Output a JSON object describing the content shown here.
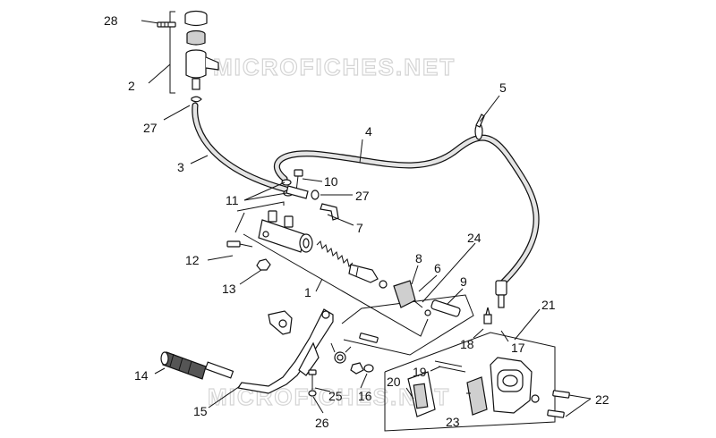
{
  "watermark": "MICROFICHES.NET",
  "callouts": [
    {
      "id": "c-28",
      "text": "28"
    },
    {
      "id": "c-2",
      "text": "2"
    },
    {
      "id": "c-27a",
      "text": "27"
    },
    {
      "id": "c-3",
      "text": "3"
    },
    {
      "id": "c-4",
      "text": "4"
    },
    {
      "id": "c-5",
      "text": "5"
    },
    {
      "id": "c-10",
      "text": "10"
    },
    {
      "id": "c-27b",
      "text": "27"
    },
    {
      "id": "c-11",
      "text": "11"
    },
    {
      "id": "c-7",
      "text": "7"
    },
    {
      "id": "c-24",
      "text": "24"
    },
    {
      "id": "c-12",
      "text": "12"
    },
    {
      "id": "c-8",
      "text": "8"
    },
    {
      "id": "c-6",
      "text": "6"
    },
    {
      "id": "c-9",
      "text": "9"
    },
    {
      "id": "c-13",
      "text": "13"
    },
    {
      "id": "c-1",
      "text": "1"
    },
    {
      "id": "c-21",
      "text": "21"
    },
    {
      "id": "c-18",
      "text": "18"
    },
    {
      "id": "c-17",
      "text": "17"
    },
    {
      "id": "c-14",
      "text": "14"
    },
    {
      "id": "c-19",
      "text": "19"
    },
    {
      "id": "c-20",
      "text": "20"
    },
    {
      "id": "c-25",
      "text": "25"
    },
    {
      "id": "c-16",
      "text": "16"
    },
    {
      "id": "c-22",
      "text": "22"
    },
    {
      "id": "c-15",
      "text": "15"
    },
    {
      "id": "c-23",
      "text": "23"
    },
    {
      "id": "c-26",
      "text": "26"
    }
  ]
}
